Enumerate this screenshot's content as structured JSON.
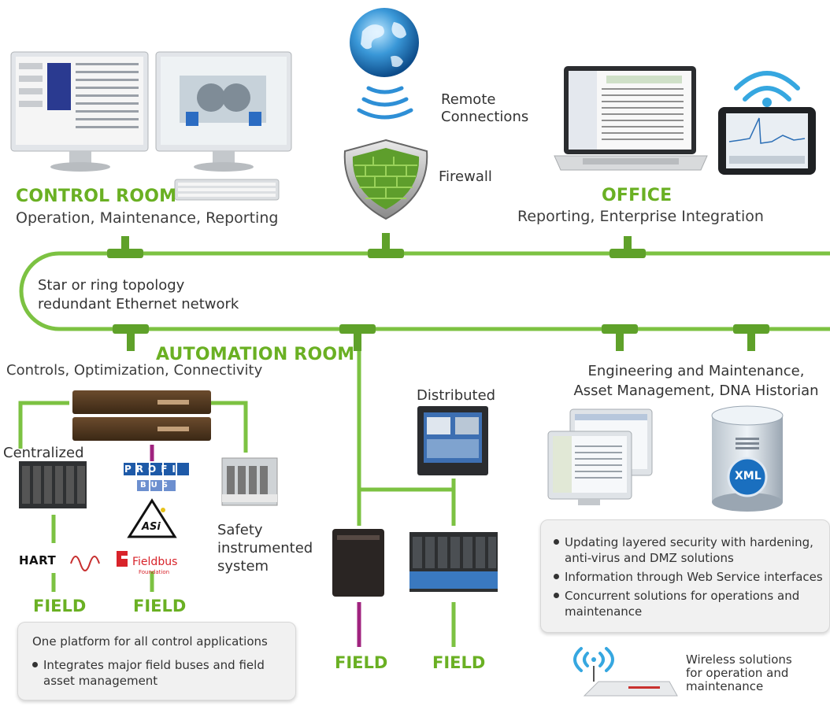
{
  "control_room": {
    "title": "CONTROL ROOM",
    "subtitle": "Operation, Maintenance, Reporting"
  },
  "office": {
    "title": "OFFICE",
    "subtitle": "Reporting, Enterprise Integration"
  },
  "remote": {
    "label_line1": "Remote",
    "label_line2": "Connections"
  },
  "firewall": {
    "label": "Firewall"
  },
  "network": {
    "line1": "Star or ring topology",
    "line2": "redundant Ethernet network"
  },
  "automation_room": {
    "title": "AUTOMATION ROOM",
    "subtitle": "Controls, Optimization, Connectivity"
  },
  "engineering": {
    "line1": "Engineering and Maintenance,",
    "line2": "Asset Management, DNA Historian"
  },
  "centralized": {
    "label": "Centralized"
  },
  "distributed": {
    "label": "Distributed"
  },
  "safety": {
    "line1": "Safety",
    "line2": "instrumented",
    "line3": "system"
  },
  "fields": [
    "FIELD",
    "FIELD",
    "FIELD",
    "FIELD"
  ],
  "logos": {
    "profibus_top": "PROFI",
    "profibus_bottom": "BUS",
    "asi": "ASi",
    "hart": "HART",
    "fieldbus": "Fieldbus",
    "fieldbus_sub": "Foundation",
    "xml": "XML"
  },
  "platform_box": {
    "heading": "One platform for all control applications",
    "items": [
      "Integrates major field buses and field asset management"
    ]
  },
  "security_box": {
    "items": [
      "Updating layered security with hardening, anti-virus and DMZ solutions",
      "Information through Web Service interfaces",
      "Concurrent solutions for operations and maintenance"
    ]
  },
  "wireless": {
    "line1": "Wireless solutions",
    "line2": "for operation and",
    "line3": "maintenance"
  },
  "colors": {
    "network_green": "#7cc242",
    "title_green": "#6ab023",
    "fieldbus_purple": "#a0237f"
  }
}
